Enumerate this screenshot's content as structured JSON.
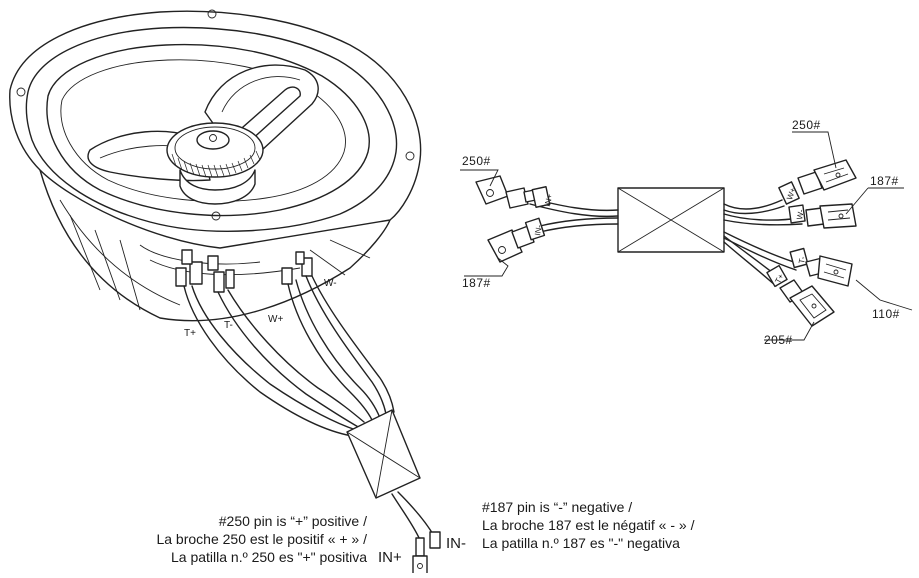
{
  "speaker_labels": {
    "t_plus": "T+",
    "t_minus": "T-",
    "w_plus": "W+",
    "w_minus": "W-"
  },
  "input_labels": {
    "in_plus": "IN+",
    "in_minus": "IN-"
  },
  "harness_pins": {
    "input_positive": "250#",
    "input_negative": "187#",
    "tweeter_positive": "250#",
    "tweeter_negative": "187#",
    "woofer_negative": "110#",
    "woofer_positive": "205#"
  },
  "harness_wire_tags": {
    "in_plus": "IN+",
    "in_minus": "IN-",
    "w_plus": "W+",
    "w_minus": "W-",
    "t_minus": "T-",
    "t_plus": "T+"
  },
  "notes": {
    "positive": {
      "en": "#250 pin is “+” positive /",
      "fr": "La broche 250 est le positif « + » /",
      "es": "La patilla n.º 250 es \"+\" positiva"
    },
    "negative": {
      "en": "#187 pin is  “-” negative /",
      "fr": "La broche 187 est le négatif « - » /",
      "es": "La patilla n.º 187 es \"-\" negativa"
    }
  }
}
